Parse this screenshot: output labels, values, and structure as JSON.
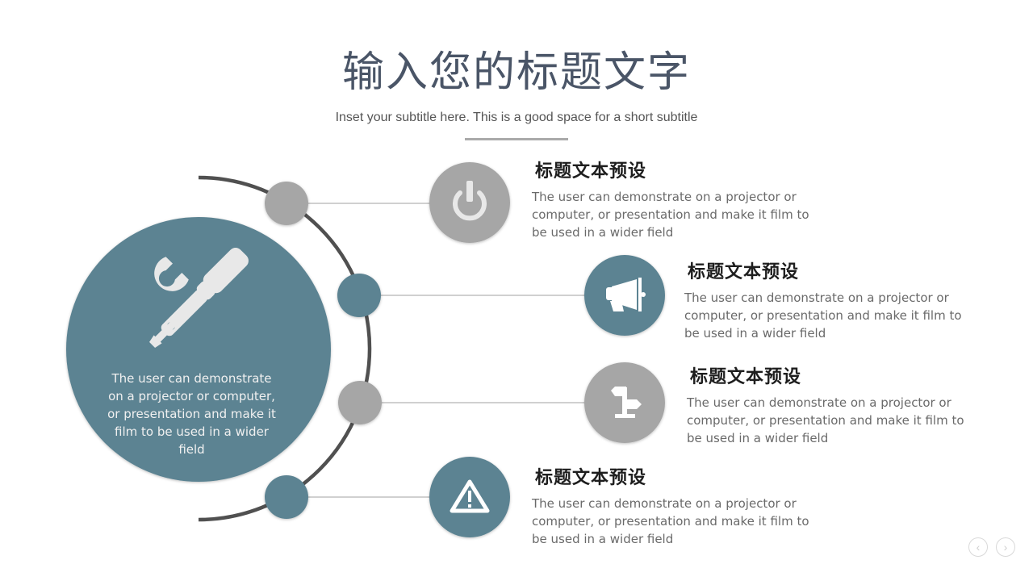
{
  "header": {
    "title": "输入您的标题文字",
    "subtitle": "Inset your subtitle here. This is a good space for a short subtitle"
  },
  "colors": {
    "teal": "#5b8392",
    "gray": "#a6a6a6",
    "arc": "#505050",
    "connector": "#a0a0a0",
    "icon_fill": "#e8e8e8"
  },
  "center": {
    "icon": "tools-icon",
    "text": "The user can demonstrate on a projector or computer, or presentation and make it film to be used in a wider field"
  },
  "items": [
    {
      "icon": "power-icon",
      "color": "gray",
      "title": "标题文本预设",
      "desc": "The user can demonstrate on a projector or computer, or presentation and make it film to be used in a wider field"
    },
    {
      "icon": "megaphone-icon",
      "color": "teal",
      "title": "标题文本预设",
      "desc": "The user can demonstrate on a projector or computer, or presentation and make it film to be used in a wider field"
    },
    {
      "icon": "signpost-icon",
      "color": "gray",
      "title": "标题文本预设",
      "desc": "The user can demonstrate on a projector or computer, or presentation and make it film to be used in a wider field"
    },
    {
      "icon": "warning-icon",
      "color": "teal",
      "title": "标题文本预设",
      "desc": "The user can demonstrate on a projector or computer, or presentation and make it film to be used in a wider field"
    }
  ],
  "nav": {
    "prev": "‹",
    "next": "›"
  }
}
